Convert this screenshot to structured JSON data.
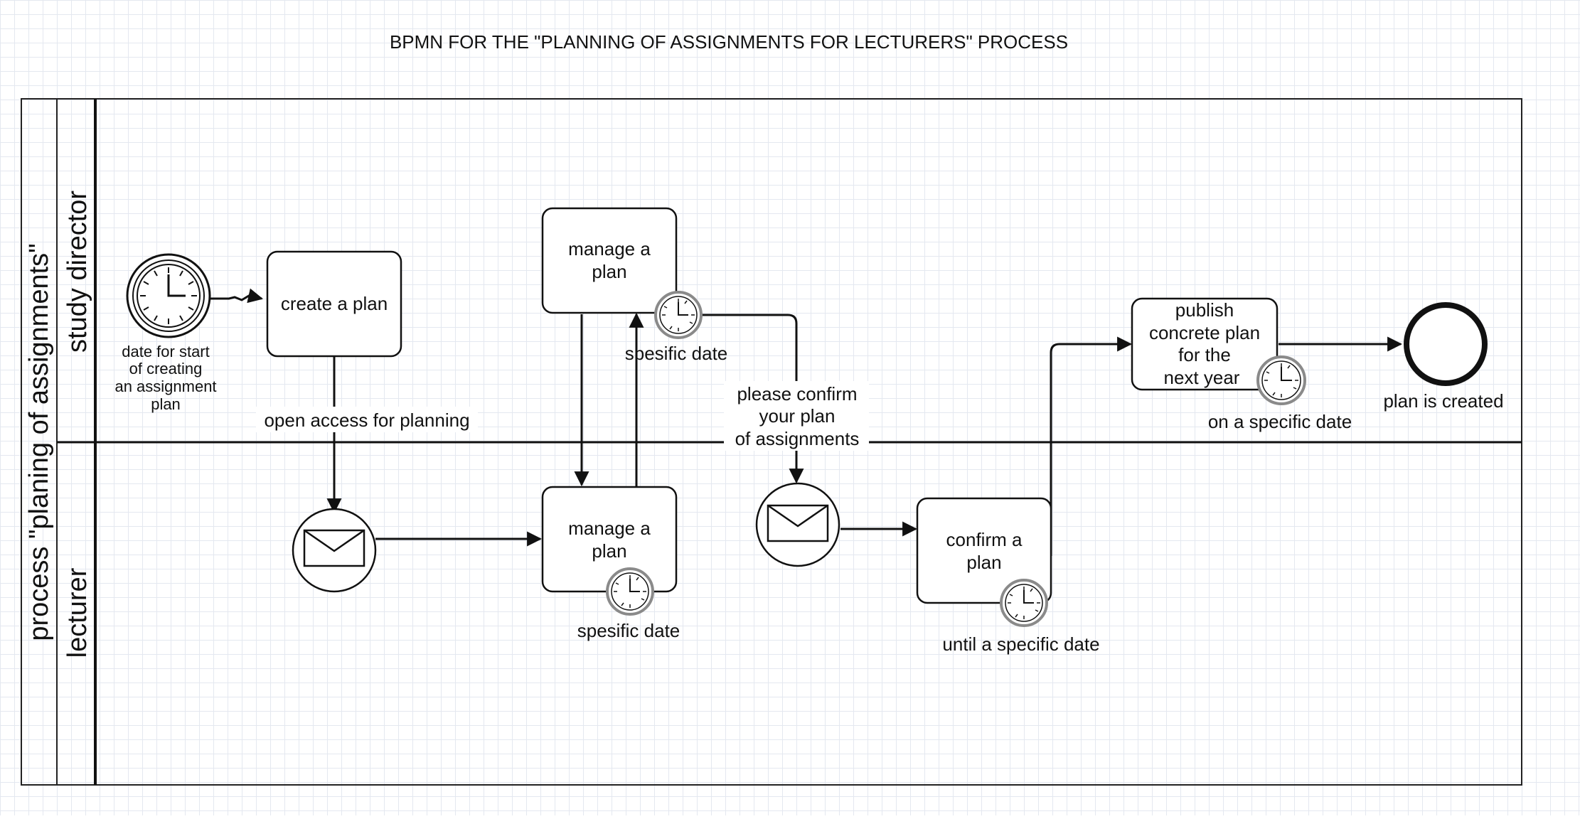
{
  "diagram": {
    "title": "BPMN FOR THE \"PLANNING OF ASSIGNMENTS FOR LECTURERS\" PROCESS",
    "pool": {
      "label": "process \"planing of assignments\""
    },
    "lanes": {
      "director": "study director",
      "lecturer": "lecturer"
    },
    "events": {
      "start": {
        "type": "timer-start",
        "label_lines": [
          "date for start",
          "of creating",
          "an assignment",
          "plan"
        ]
      },
      "message_1": {
        "type": "message-intermediate"
      },
      "message_2": {
        "type": "message-intermediate"
      },
      "end": {
        "type": "end",
        "label": "plan is created"
      }
    },
    "tasks": {
      "create_plan": {
        "label_lines": [
          "create a plan"
        ]
      },
      "manage_plan_director": {
        "label_lines": [
          "manage a",
          "plan"
        ],
        "timer_label": "spesific date"
      },
      "manage_plan_lecturer": {
        "label_lines": [
          "manage a",
          "plan"
        ],
        "timer_label": "spesific date"
      },
      "confirm_plan": {
        "label_lines": [
          "confirm a",
          "plan"
        ],
        "timer_label": "until a specific date"
      },
      "publish_plan": {
        "label_lines": [
          "publish",
          "concrete plan",
          "for the",
          "next year"
        ],
        "timer_label": "on a specific date"
      }
    },
    "flows": {
      "open_access": "open access for planning",
      "please_confirm_lines": [
        "please confirm",
        "your plan",
        "of assignments"
      ]
    },
    "icons": {
      "timer": "clock-icon",
      "message": "envelope-icon"
    },
    "colors": {
      "stroke": "#111111",
      "timer_ring": "#8a8a8a",
      "background": "#ffffff",
      "grid": "#e4e8f0"
    }
  }
}
